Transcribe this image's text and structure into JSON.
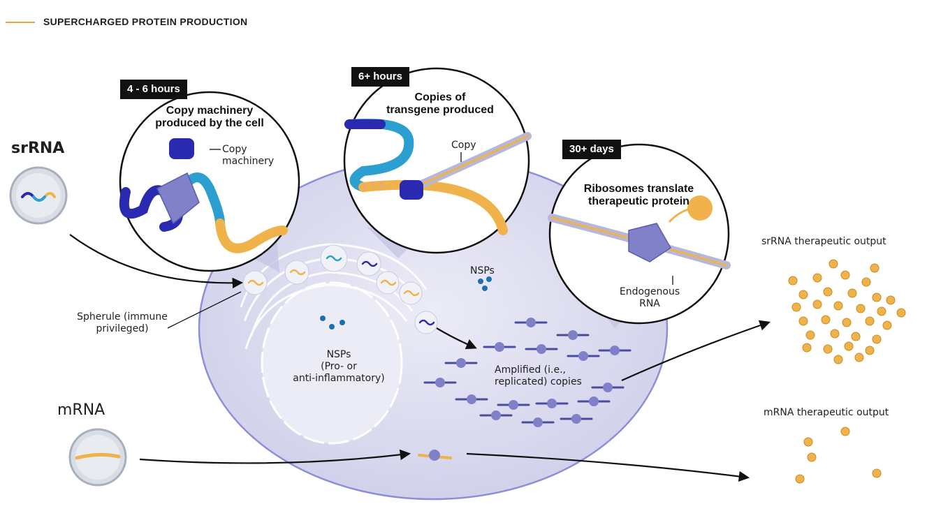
{
  "header": {
    "title": "SUPERCHARGED PROTEIN PRODUCTION",
    "accent_color": "#e9a93c"
  },
  "inputs": {
    "srna_label": "srRNA",
    "mrna_label": "mRNA"
  },
  "stages": [
    {
      "badge": "4 - 6 hours",
      "title_line1": "Copy machinery",
      "title_line2": "produced by the cell",
      "annotation_line1": "Copy",
      "annotation_line2": "machinery"
    },
    {
      "badge": "6+ hours",
      "title_line1": "Copies of",
      "title_line2": "transgene produced",
      "annotation": "Copy"
    },
    {
      "badge": "30+ days",
      "title_line1": "Ribosomes translate",
      "title_line2": "therapeutic protein",
      "annotation_line1": "Endogenous",
      "annotation_line2": "RNA"
    }
  ],
  "cell": {
    "spherule_line1": "Spherule (immune",
    "spherule_line2": "privileged)",
    "nsps_top": "NSPs",
    "nsps_nucleus_line1": "NSPs",
    "nsps_nucleus_line2": "(Pro- or",
    "nsps_nucleus_line3": "anti-inflammatory)",
    "amplified_line1": "Amplified (i.e.,",
    "amplified_line2": "replicated) copies"
  },
  "outputs": {
    "srna_output": "srRNA therapeutic output",
    "mrna_output": "mRNA therapeutic output"
  },
  "colors": {
    "cell_fill": "#dcdcef",
    "cell_stroke": "#8e8ed8",
    "rna_dark": "#2a2ab0",
    "rna_cyan": "#2a9fd0",
    "rna_orange": "#f0b24a",
    "ribosome": "#7f80c8",
    "protein": "#f0b24a",
    "nsp": "#1f6fb0"
  }
}
